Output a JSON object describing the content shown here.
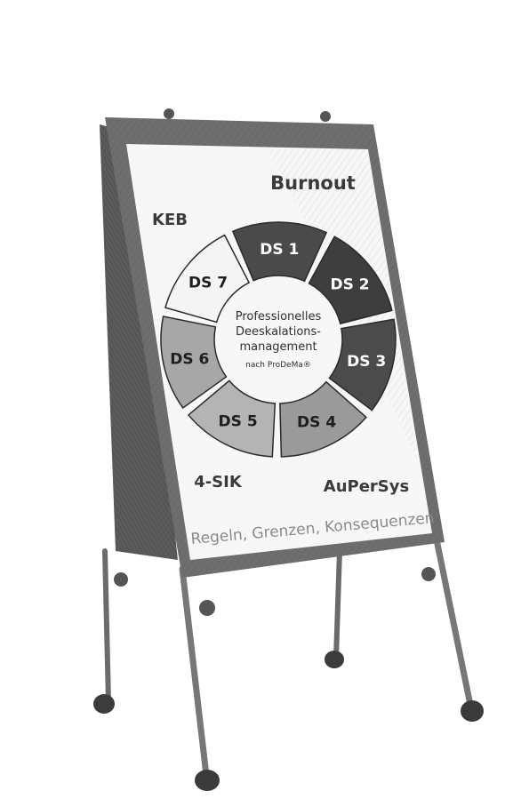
{
  "board": {
    "corner_labels": {
      "top_right": "Burnout",
      "top_left": "KEB",
      "bottom_left": "4-SIK",
      "bottom_right": "AuPerSys"
    },
    "footer": "Regeln, Grenzen, Konsequenzen"
  },
  "ring": {
    "segments": [
      {
        "label": "DS 1",
        "fill": "#4a4a4a",
        "text_color": "#ffffff"
      },
      {
        "label": "DS 2",
        "fill": "#3e3e3e",
        "text_color": "#ffffff"
      },
      {
        "label": "DS 3",
        "fill": "#4b4b4b",
        "text_color": "#ffffff"
      },
      {
        "label": "DS 4",
        "fill": "#9a9a9a",
        "text_color": "#1e1e1e"
      },
      {
        "label": "DS 5",
        "fill": "#b4b4b4",
        "text_color": "#1e1e1e"
      },
      {
        "label": "DS 6",
        "fill": "#a7a7a7",
        "text_color": "#1e1e1e"
      },
      {
        "label": "DS 7",
        "fill": "#f4f4f4",
        "text_color": "#1e1e1e"
      }
    ],
    "center": {
      "line1": "Professionelles",
      "line2": "Deeskalations-",
      "line3": "management",
      "line4": "nach ProDeMa®"
    }
  }
}
